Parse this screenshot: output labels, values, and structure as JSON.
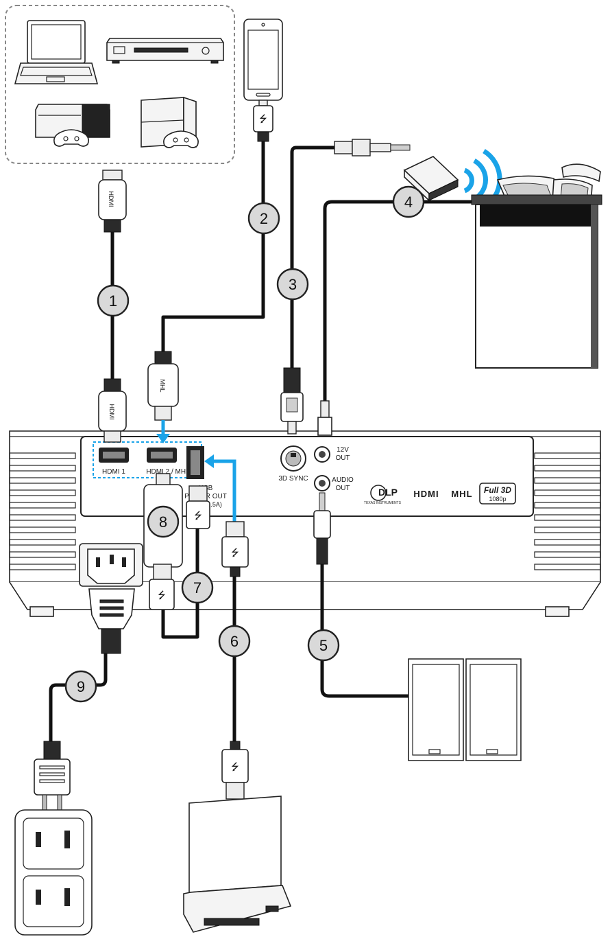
{
  "callouts": [
    {
      "num": "1"
    },
    {
      "num": "2"
    },
    {
      "num": "3"
    },
    {
      "num": "4"
    },
    {
      "num": "5"
    },
    {
      "num": "6"
    },
    {
      "num": "7"
    },
    {
      "num": "8"
    },
    {
      "num": "9"
    }
  ],
  "ports": {
    "hdmi1": "HDMI 1",
    "hdmi2": "HDMI 2 / MHL",
    "usb_line1": "USB",
    "usb_line2": "POWER OUT",
    "usb_line3": "(5V ⎓ 1.5A)",
    "sync": "3D SYNC",
    "out12_l1": "12V",
    "out12_l2": "OUT",
    "audio_l1": "AUDIO",
    "audio_l2": "OUT"
  },
  "logos": {
    "dlp": "DLP",
    "dlp_sub": "TEXAS INSTRUMENTS",
    "hdmi": "HDMI",
    "mhl": "MHL",
    "full3d": "Full 3D",
    "full3d_sub": "1080p"
  },
  "connector_marks": {
    "hdmi": "HDMI",
    "mhl": "MHL"
  },
  "colors": {
    "arrow": "#1aa3e8",
    "wifi": "#1aa3e8",
    "cable": "#111111",
    "badge_fill": "#d9d9d9",
    "dashed_box": "#888888"
  },
  "icons": [
    "laptop-icon",
    "dvd-player-icon",
    "xbox-console-icon",
    "ps4-console-icon",
    "smartphone-icon",
    "3d-emitter-icon",
    "3d-glasses-icon",
    "projector-screen-icon",
    "speakers-icon",
    "power-outlet-icon",
    "laptop-bottom-icon",
    "usb-icon"
  ]
}
